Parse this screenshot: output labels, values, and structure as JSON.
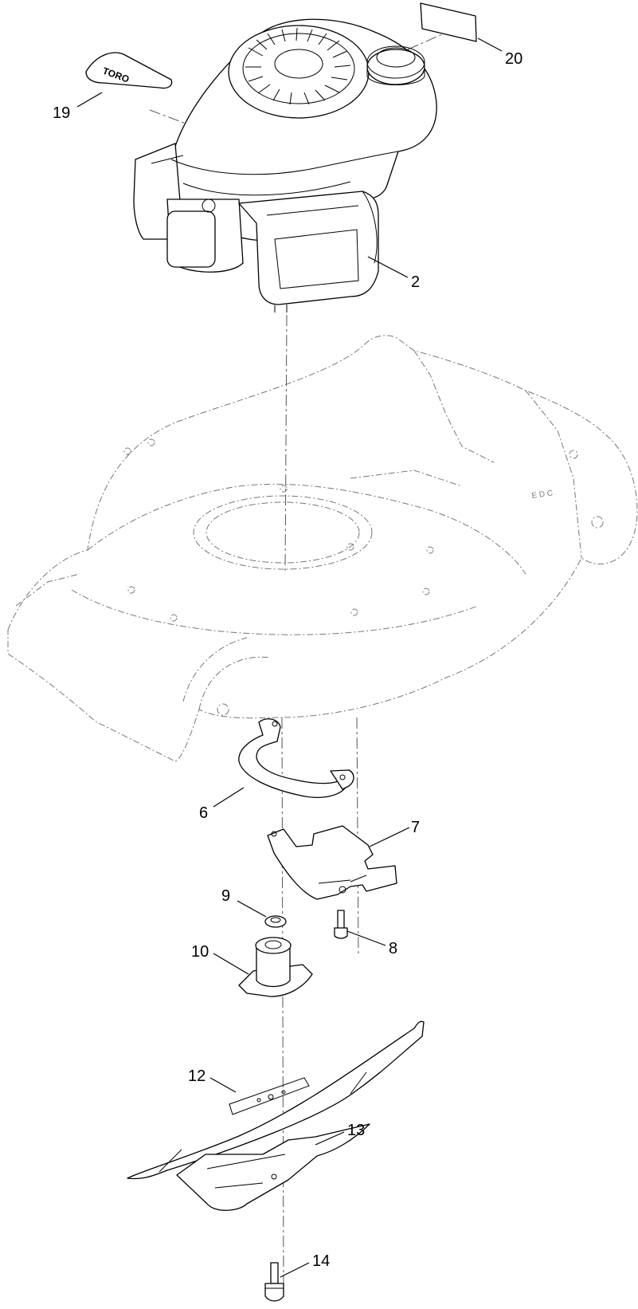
{
  "callouts": {
    "c2": "2",
    "c6": "6",
    "c7": "7",
    "c8": "8",
    "c9": "9",
    "c10": "10",
    "c12": "12",
    "c13": "13",
    "c14": "14",
    "c19": "19",
    "c20": "20"
  },
  "decal_text": "TORO",
  "deck_marking": "E D C"
}
